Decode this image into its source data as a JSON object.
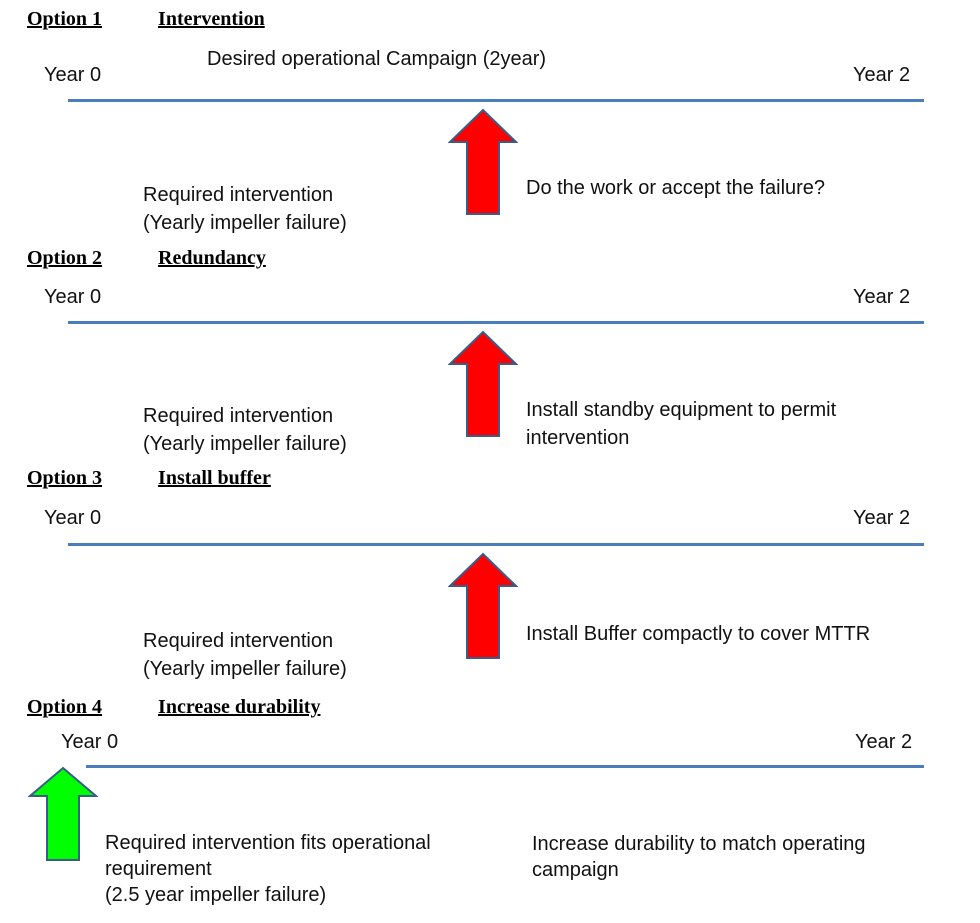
{
  "options": [
    {
      "number": "Option 1",
      "name": "Intervention",
      "campaign_label": "Desired operational Campaign (2year)",
      "year_start": "Year 0",
      "year_end": "Year 2",
      "intervention_line1": "Required intervention",
      "intervention_line2": "(Yearly impeller failure)",
      "action_line1": "Do the work or accept the failure?",
      "action_line2": "",
      "arrow_color": "#ff0000"
    },
    {
      "number": "Option 2",
      "name": "Redundancy",
      "year_start": "Year 0",
      "year_end": "Year 2",
      "intervention_line1": "Required intervention",
      "intervention_line2": "(Yearly impeller failure)",
      "action_line1": "Install standby equipment to permit",
      "action_line2": "intervention",
      "arrow_color": "#ff0000"
    },
    {
      "number": "Option 3",
      "name": "Install buffer",
      "year_start": "Year 0",
      "year_end": "Year 2",
      "intervention_line1": "Required intervention",
      "intervention_line2": "(Yearly impeller failure)",
      "action_line1": "Install Buffer compactly to cover MTTR",
      "action_line2": "",
      "arrow_color": "#ff0000"
    },
    {
      "number": "Option 4",
      "name": "Increase durability",
      "year_start": "Year 0",
      "year_end": "Year 2",
      "intervention_line1": "Required intervention fits operational",
      "intervention_line2": "requirement",
      "intervention_line3": "(2.5 year impeller failure)",
      "action_line1": "Increase durability to match operating",
      "action_line2": "campaign",
      "arrow_color": "#00ff00"
    }
  ],
  "colors": {
    "timeline": "#4a7ebb",
    "arrow_outline": "#385d8a"
  }
}
